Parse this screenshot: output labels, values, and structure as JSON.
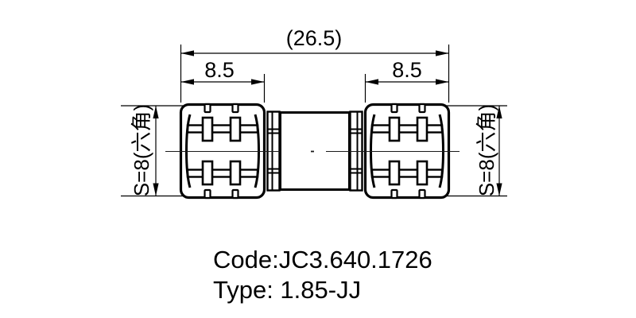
{
  "drawing": {
    "dimensions": {
      "overall_length": "(26.5)",
      "left_hex_length": "8.5",
      "right_hex_length": "8.5",
      "left_hex_size": "S=8(六角)",
      "right_hex_size": "S=8(六角)"
    },
    "labels": {
      "code": "Code:JC3.640.1726",
      "type": "Type: 1.85-JJ"
    },
    "colors": {
      "line": "#000000",
      "background": "#ffffff"
    }
  }
}
